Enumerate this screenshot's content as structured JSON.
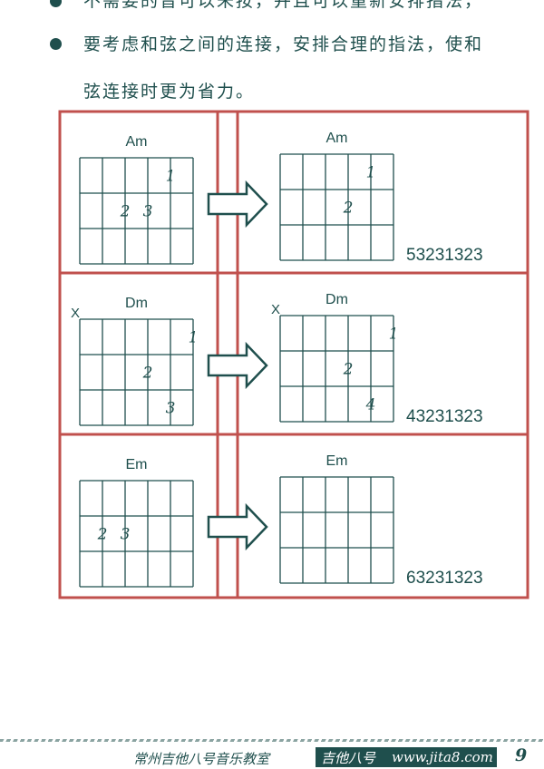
{
  "text": {
    "line1": "不需要的音可以未按，并且可以重新安排指法，",
    "line2a": "要考虑和弦之间的连接，安排合理的指法，使和",
    "line2b": "弦连接时更为省力。"
  },
  "rows": [
    {
      "left": {
        "chord": "Am",
        "mute": "",
        "fingers": [
          {
            "s": 2,
            "f": 1,
            "n": "1"
          },
          {
            "s": 4,
            "f": 2,
            "n": "2"
          },
          {
            "s": 3,
            "f": 2,
            "n": "3"
          }
        ]
      },
      "right": {
        "chord": "Am",
        "mute": "",
        "fingers": [
          {
            "s": 2,
            "f": 1,
            "n": "1"
          },
          {
            "s": 3,
            "f": 2,
            "n": "2"
          }
        ]
      },
      "pattern": "53231323"
    },
    {
      "left": {
        "chord": "Dm",
        "mute": "X",
        "fingers": [
          {
            "s": 1,
            "f": 1,
            "n": "1"
          },
          {
            "s": 3,
            "f": 2,
            "n": "2"
          },
          {
            "s": 2,
            "f": 3,
            "n": "3"
          }
        ]
      },
      "right": {
        "chord": "Dm",
        "mute": "X",
        "fingers": [
          {
            "s": 1,
            "f": 1,
            "n": "1"
          },
          {
            "s": 3,
            "f": 2,
            "n": "2"
          },
          {
            "s": 2,
            "f": 3,
            "n": "4"
          }
        ]
      },
      "pattern": "43231323"
    },
    {
      "left": {
        "chord": "Em",
        "mute": "",
        "fingers": [
          {
            "s": 5,
            "f": 2,
            "n": "2"
          },
          {
            "s": 4,
            "f": 2,
            "n": "3"
          }
        ]
      },
      "right": {
        "chord": "Em",
        "mute": "",
        "fingers": []
      },
      "pattern": "63231323"
    }
  ],
  "footer": {
    "school": "常州吉他八号音乐教室",
    "brand": "吉他八号",
    "url": "www.jita8.com",
    "page": "9"
  },
  "colors": {
    "ink": "#1f4f4d",
    "frame": "#c0504d"
  }
}
